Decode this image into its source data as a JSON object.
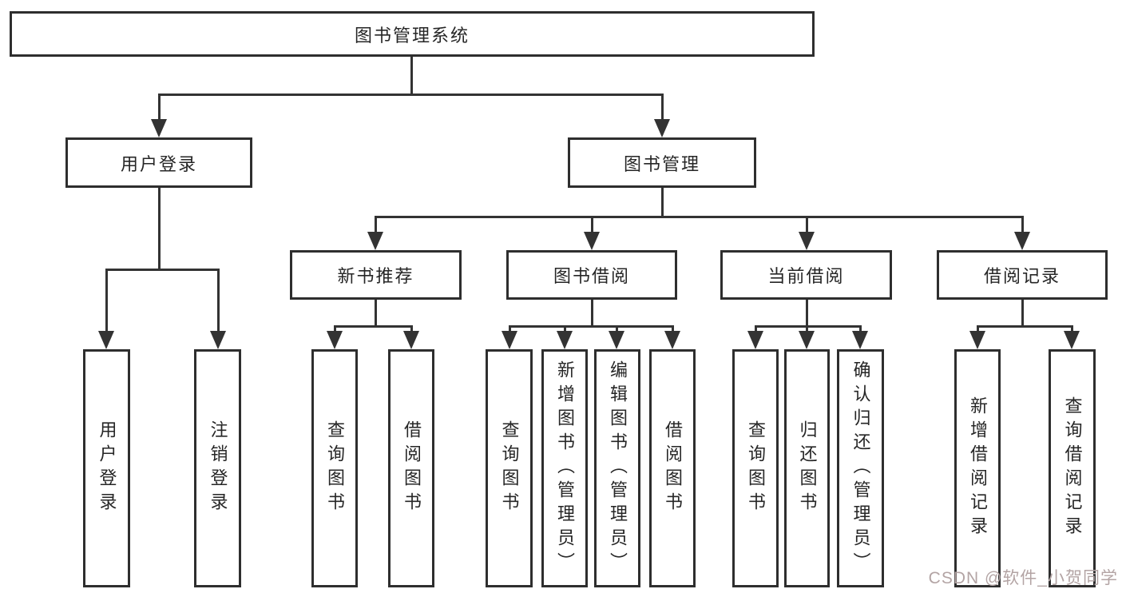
{
  "tree": {
    "root": {
      "label": "图书管理系统"
    },
    "login": {
      "label": "用户登录",
      "children": [
        {
          "label": "用户登录"
        },
        {
          "label": "注销登录"
        }
      ]
    },
    "management": {
      "label": "图书管理",
      "groups": [
        {
          "label": "新书推荐",
          "children": [
            {
              "label": "查询图书"
            },
            {
              "label": "借阅图书"
            }
          ]
        },
        {
          "label": "图书借阅",
          "children": [
            {
              "label": "查询图书"
            },
            {
              "label": "新增图书（管理员）"
            },
            {
              "label": "编辑图书（管理员）"
            },
            {
              "label": "借阅图书"
            }
          ]
        },
        {
          "label": "当前借阅",
          "children": [
            {
              "label": "查询图书"
            },
            {
              "label": "归还图书"
            },
            {
              "label": "确认归还（管理员）"
            }
          ]
        },
        {
          "label": "借阅记录",
          "children": [
            {
              "label": "新增借阅记录"
            },
            {
              "label": "查询借阅记录"
            }
          ]
        }
      ]
    }
  },
  "watermark": {
    "text": "CSDN @软件_小贺同学",
    "color": "#b3a4a4"
  },
  "colors": {
    "line": "#333333",
    "border": "#2e2e2e",
    "text": "#262626",
    "background": "#ffffff"
  }
}
